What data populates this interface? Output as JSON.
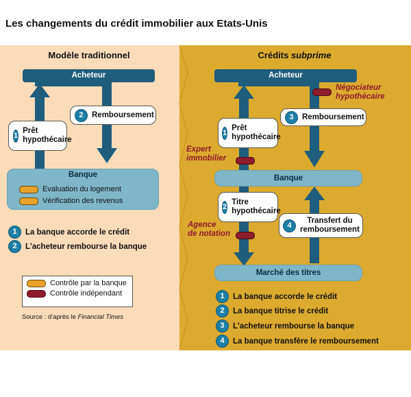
{
  "title": "Les changements du crédit immobilier aux Etats-Unis",
  "left": {
    "heading": "Modèle traditionnel",
    "buyer": "Acheteur",
    "loan_num": "1",
    "loan": "Prêt\nhypothécaire",
    "repay_num": "2",
    "repay": "Remboursement",
    "bank": "Banque",
    "checks": [
      "Evaluation du logement",
      "Vérification des revenus"
    ],
    "steps": [
      {
        "num": "1",
        "text": "La banque accorde le crédit"
      },
      {
        "num": "2",
        "text": "L'acheteur rembourse la banque"
      }
    ],
    "legend": [
      {
        "color": "#e8a22a",
        "text": "Contrôle par la banque"
      },
      {
        "color": "#8d1c2c",
        "text": "Contrôle indépendant"
      }
    ],
    "source_prefix": "Source : d'après le ",
    "source_name": "Financial Times"
  },
  "right": {
    "heading_main": "Crédits ",
    "heading_em": "subprime",
    "buyer": "Acheteur",
    "negotiator": "Négociateur\nhypothécaire",
    "loan_num": "1",
    "loan": "Prêt\nhypothécaire",
    "repay_num": "3",
    "repay": "Remboursement",
    "expert": "Expert\nimmobilier",
    "bank": "Banque",
    "title_num": "2",
    "title_box": "Titre\nhypothécaire",
    "transfer_num": "4",
    "transfer": "Transfert du\nremboursement",
    "agency": "Agence\nde notation",
    "market": "Marché des titres",
    "steps": [
      {
        "num": "1",
        "text": "La banque accorde le crédit"
      },
      {
        "num": "2",
        "text": "La banque titrise le crédit"
      },
      {
        "num": "3",
        "text": "L'acheteur rembourse la banque"
      },
      {
        "num": "4",
        "text": "La banque transfère le remboursement"
      }
    ]
  },
  "colors": {
    "navy": "#1f5d7d",
    "light_blue": "#7fb6c8",
    "left_bg": "#fbdcb8",
    "right_bg": "#dcaa2f",
    "bank_control": "#e8a22a",
    "independent_control": "#8d1c2c",
    "number_badge": "#1e7fa6"
  }
}
